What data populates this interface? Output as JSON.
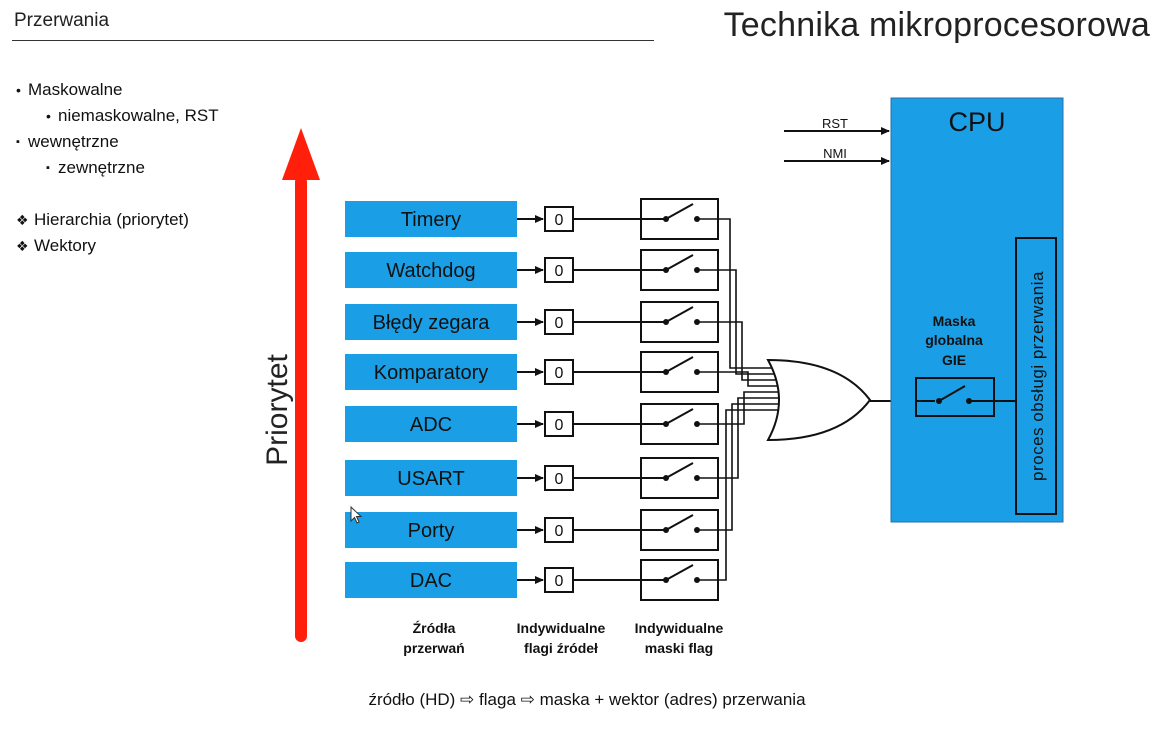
{
  "header": {
    "section": "Przerwania",
    "course": "Technika mikroprocesorowa"
  },
  "bullets": [
    {
      "level": 1,
      "marker": "•",
      "text": "Maskowalne"
    },
    {
      "level": 2,
      "marker": "•",
      "text": "niemaskowalne, RST"
    },
    {
      "level": 1,
      "marker": "▪",
      "text": "wewnętrzne"
    },
    {
      "level": 2,
      "marker": "▪",
      "text": "zewnętrzne"
    },
    {
      "level": 1,
      "marker": "❖",
      "text": "Hierarchia (priorytet)"
    },
    {
      "level": 1,
      "marker": "❖",
      "text": "Wektory"
    }
  ],
  "diagram": {
    "priority_label": "Priorytet",
    "sources": [
      "Timery",
      "Watchdog",
      "Błędy zegara",
      "Komparatory",
      "ADC",
      "USART",
      "Porty",
      "DAC"
    ],
    "flag_value": "0",
    "column_labels": {
      "sources": [
        "Źródła",
        "przerwań"
      ],
      "flags": [
        "Indywidualne",
        "flagi źródeł"
      ],
      "masks": [
        "Indywidualne",
        "maski flag"
      ]
    },
    "cpu": {
      "title": "CPU",
      "inputs": [
        "RST",
        "NMI"
      ],
      "global_mask": [
        "Maska",
        "globalna",
        "GIE"
      ],
      "isr": "proces obsługi przerwania"
    },
    "colors": {
      "cpu_fill": "#1a9ee6",
      "source_fill": "#1a9ee6",
      "arrow": "#ff1f0a"
    }
  },
  "footer": {
    "text": "źródło (HD) ⇨ flaga ⇨ maska + wektor (adres) przerwania"
  }
}
